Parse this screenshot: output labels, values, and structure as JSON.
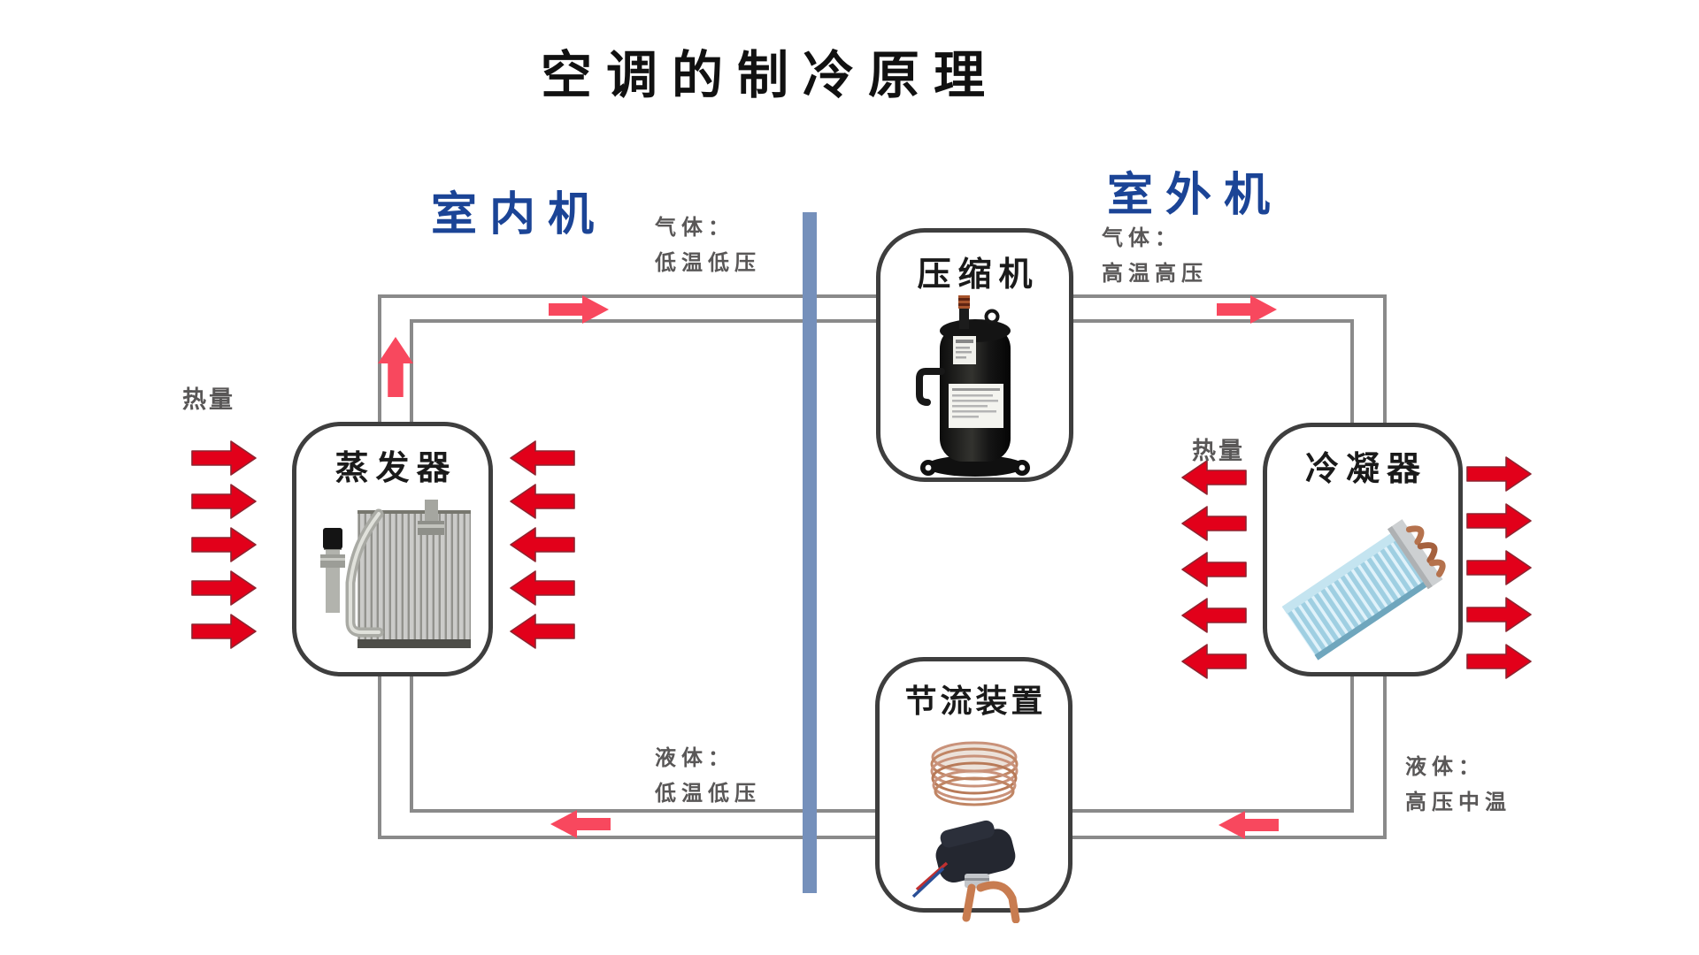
{
  "title": "空调的制冷原理",
  "zones": {
    "indoor_label": "室内机",
    "outdoor_label": "室外机"
  },
  "components": {
    "compressor": {
      "label": "压缩机"
    },
    "evaporator": {
      "label": "蒸发器"
    },
    "condenser": {
      "label": "冷凝器"
    },
    "throttle": {
      "label": "节流装置"
    }
  },
  "pipe_states": {
    "gas_low": {
      "line1": "气体：",
      "line2": "低温低压"
    },
    "gas_high": {
      "line1": "气体：",
      "line2": "高温高压"
    },
    "liquid_low": {
      "line1": "液体：",
      "line2": "低温低压"
    },
    "liquid_high": {
      "line1": "液体：",
      "line2": "高压中温"
    }
  },
  "heat": {
    "left_label": "热量",
    "right_label": "热量"
  },
  "colors": {
    "zone_label_blue": "#1b4496",
    "divider_blue": "#7590bb",
    "heat_arrow_red": "#e2001a",
    "flow_arrow_pink": "#f8485e",
    "pipe_gray": "#8a8a8a",
    "state_text_gray": "#595757",
    "box_border": "#3e3e3e"
  }
}
